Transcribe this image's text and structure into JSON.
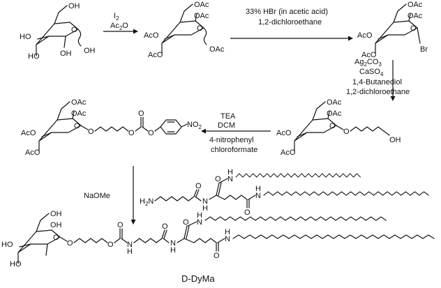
{
  "reagents": {
    "step1_line1": "I",
    "step1_line1_sub": "2",
    "step1_line2": "Ac",
    "step1_line2_sub": "2",
    "step1_line2_end": "O",
    "step2_line1": "33% HBr (in acetic acid)",
    "step2_line2": "1,2-dichloroethane",
    "step3_line1": "Ag",
    "step3_line1_sub1": "2",
    "step3_line1_mid": "CO",
    "step3_line1_sub2": "3",
    "step3_line2": "CaSO",
    "step3_line2_sub": "4",
    "step3_line3": "1,4-Butanediol",
    "step3_line4": "1,2-dichloroethane",
    "step4_line1": "TEA",
    "step4_line2": "DCM",
    "step4_line3": "4-nitrophenyl",
    "step4_line4": "chloroformate",
    "step5": "NaOMe"
  },
  "atoms": {
    "OH": "OH",
    "HO": "HO",
    "O": "O",
    "OAc": "OAc",
    "AcO": "AcO",
    "Br": "Br",
    "N": "N",
    "H": "H",
    "H2N_H": "H",
    "H2N_sub": "2",
    "H2N_N": "N",
    "NO2_N": "NO",
    "NO2_sub": "2"
  },
  "product_name": "D-DyMa"
}
